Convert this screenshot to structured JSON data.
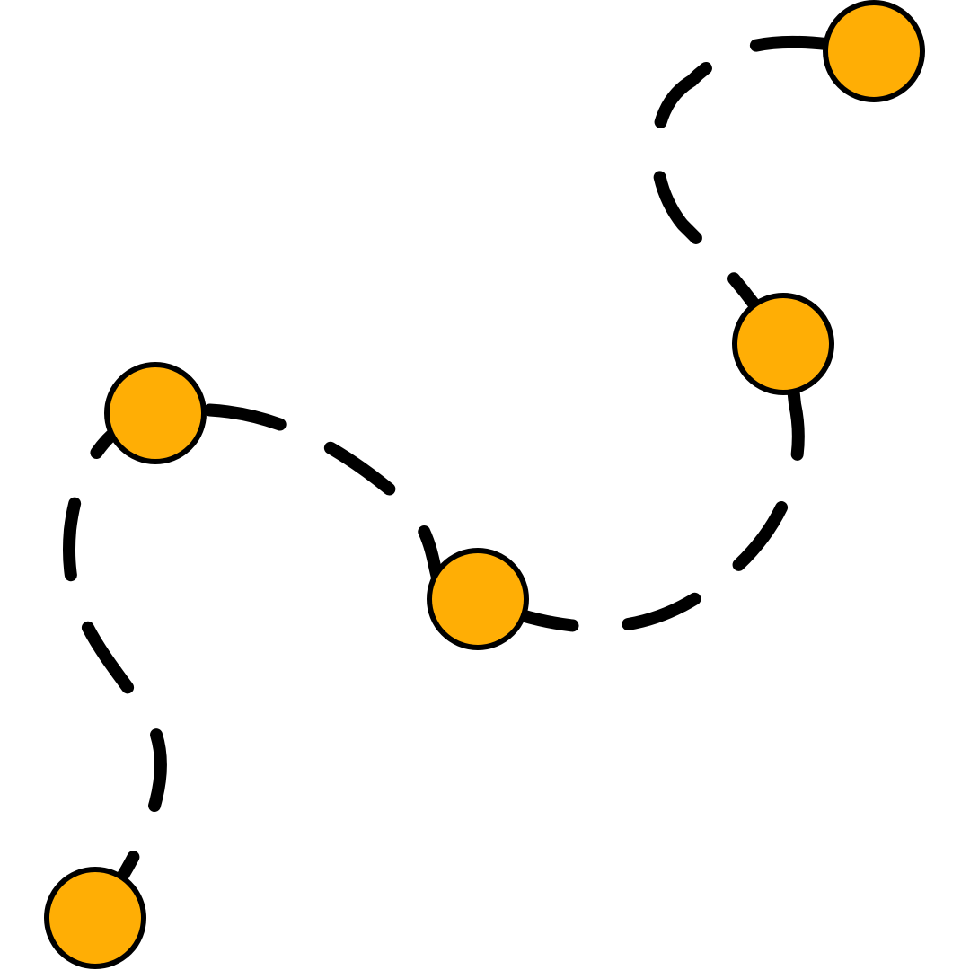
{
  "illustration": {
    "name": "dashed-route-with-waypoints",
    "stops": 5,
    "colors": {
      "background": "#ffffff",
      "route_stroke": "#000000",
      "node_fill": "#FFAE05",
      "node_stroke": "#000000"
    },
    "route_style": "dashed"
  }
}
